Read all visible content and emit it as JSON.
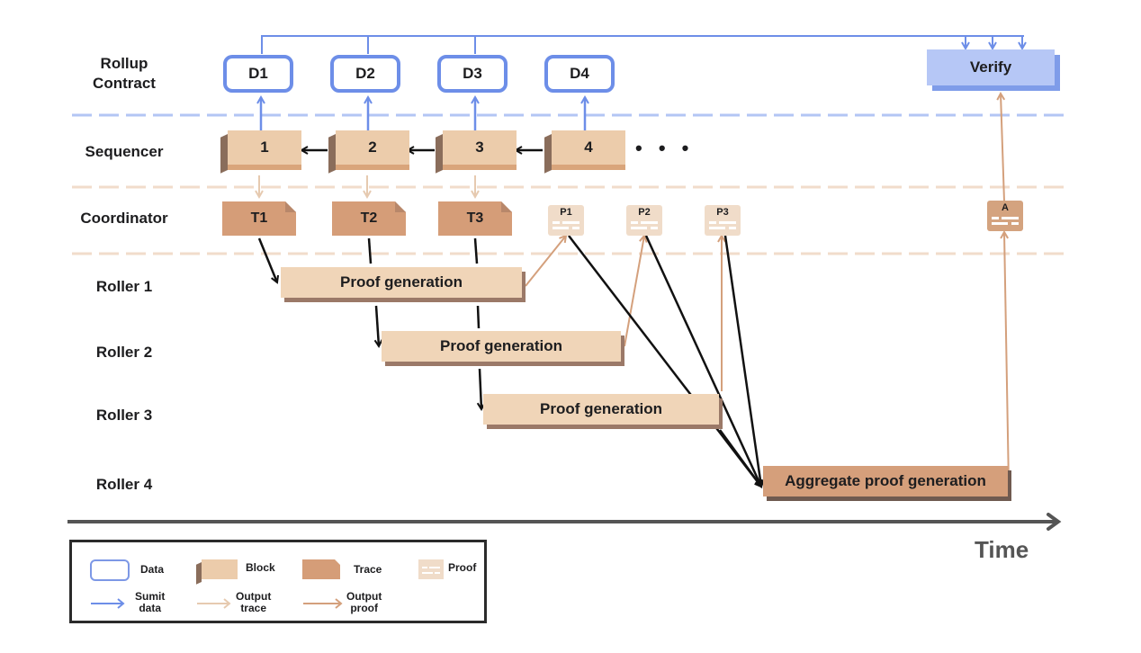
{
  "lanes": {
    "rollup_contract": "Rollup\nContract",
    "sequencer": "Sequencer",
    "coordinator": "Coordinator",
    "roller1": "Roller 1",
    "roller2": "Roller 2",
    "roller3": "Roller 3",
    "roller4": "Roller 4"
  },
  "data_boxes": [
    "D1",
    "D2",
    "D3",
    "D4"
  ],
  "verify": "Verify",
  "blocks": [
    "1",
    "2",
    "3",
    "4"
  ],
  "ellipsis": "• • •",
  "traces": [
    "T1",
    "T2",
    "T3"
  ],
  "proofs": [
    "P1",
    "P2",
    "P3"
  ],
  "aggregate_proof": "A",
  "proof_generation": [
    {
      "roller": "Roller 1",
      "label": "Proof generation"
    },
    {
      "roller": "Roller 2",
      "label": "Proof generation"
    },
    {
      "roller": "Roller 3",
      "label": "Proof generation"
    },
    {
      "roller": "Roller 4",
      "label": "Aggregate proof generation"
    }
  ],
  "axis": {
    "label": "Time"
  },
  "legend": {
    "data": "Data",
    "block": "Block",
    "trace": "Trace",
    "proof": "Proof",
    "submit_data": "Sumit\ndata",
    "output_trace": "Output\ntrace",
    "output_proof": "Output\nproof"
  },
  "colors": {
    "submit_blue": "#6d8ee8",
    "verify_fill": "#b6c7f6",
    "block_fill": "#ecccab",
    "trace_fill": "#d59d78",
    "proof_fill": "#f0dcc9",
    "output_trace": "#e8cdb4",
    "output_proof": "#d4a07c",
    "lane_divider_blue": "#b3c6f4",
    "lane_divider_tan": "#f1dccb",
    "time_axis": "#555555"
  }
}
